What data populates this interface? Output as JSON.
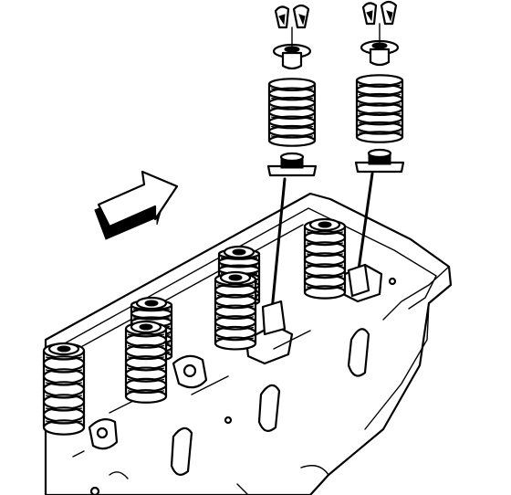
{
  "diagram": {
    "labels": [],
    "colors": {
      "ink": "#000000",
      "paper": "#ffffff"
    },
    "icons": {
      "arrow": "direction-arrow-icon",
      "keeper": "valve-keeper-icon",
      "retainer": "valve-spring-retainer-icon",
      "spring": "valve-spring-icon",
      "seal": "valve-stem-seal-icon",
      "stem": "valve-stem-icon",
      "head": "cylinder-head-icon"
    },
    "exploded_assemblies": [
      {
        "name": "exploded-valve-assembly-left"
      },
      {
        "name": "exploded-valve-assembly-right"
      }
    ],
    "installed_springs": [
      {
        "name": "installed-spring-1"
      },
      {
        "name": "installed-spring-2"
      },
      {
        "name": "installed-spring-3"
      },
      {
        "name": "installed-spring-4"
      },
      {
        "name": "installed-spring-5"
      },
      {
        "name": "installed-spring-6"
      }
    ]
  }
}
